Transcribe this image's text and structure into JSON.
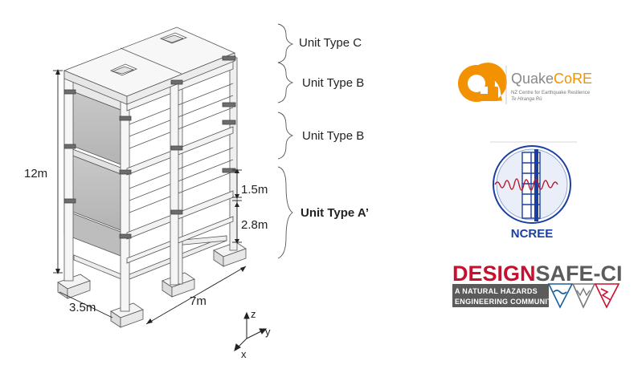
{
  "units": [
    {
      "label": "Unit Type C",
      "bold": false
    },
    {
      "label": "Unit Type B",
      "bold": false
    },
    {
      "label": "Unit Type B",
      "bold": false
    },
    {
      "label": "Unit Type A’",
      "bold": true
    }
  ],
  "dimensions": {
    "height_total": "12m",
    "upper_segment": "1.5m",
    "lower_segment": "2.8m",
    "width": "3.5m",
    "length": "7m"
  },
  "axes": {
    "z": "z",
    "y": "y",
    "x": "x"
  },
  "logos": {
    "quakecore": {
      "name_part1": "Quake",
      "name_part2": "CoRE",
      "line1": "NZ Centre for Earthquake Resilience",
      "line2": "Te Hiranga Rū",
      "color_orange": "#f39200",
      "color_grey": "#888888"
    },
    "ncree": {
      "label": "NCREE",
      "color": "#1b3fa0",
      "accent": "#c0142a"
    },
    "designsafe": {
      "word1": "DESIGN",
      "word2": "SAFE-CI",
      "tag1": "A NATURAL HAZARDS",
      "tag2": "ENGINEERING COMMUNITY",
      "color_red": "#c8102e",
      "color_grey": "#5b5b5b"
    }
  }
}
